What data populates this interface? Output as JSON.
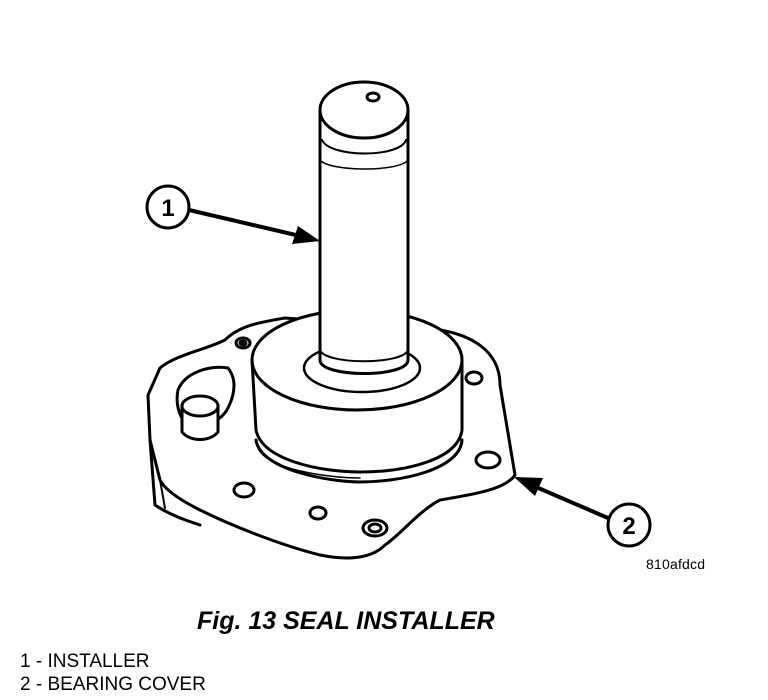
{
  "figure": {
    "callouts": [
      {
        "number": "1"
      },
      {
        "number": "2"
      }
    ],
    "image_code": "810afdcd"
  },
  "caption": "Fig. 13 SEAL INSTALLER",
  "legend": [
    {
      "text": "1 - INSTALLER"
    },
    {
      "text": "2 - BEARING COVER"
    }
  ]
}
